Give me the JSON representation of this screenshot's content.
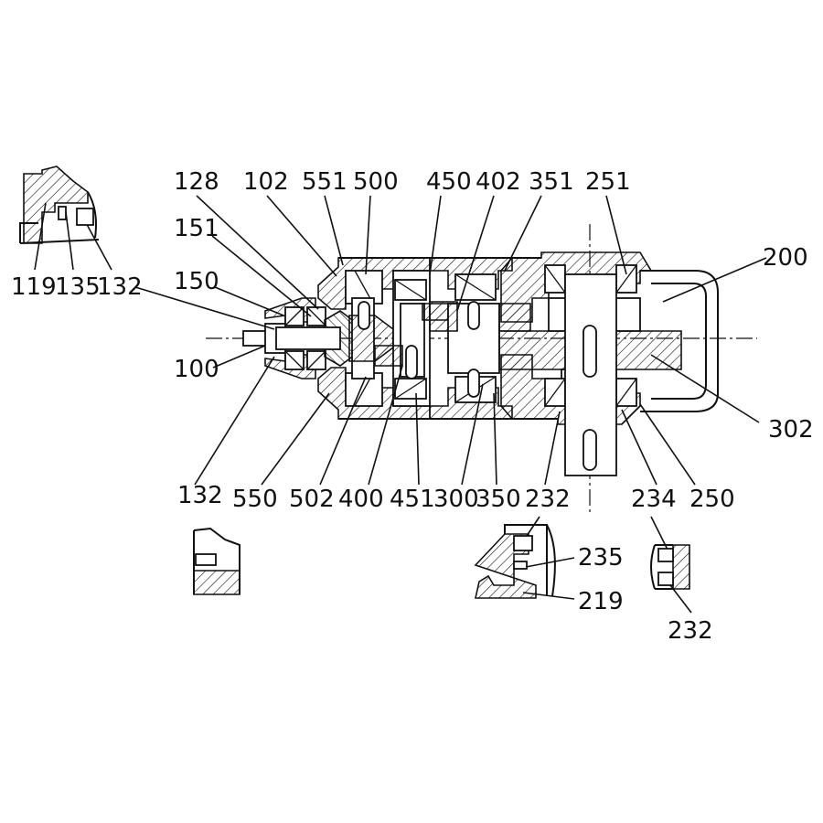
{
  "labels": {
    "l119": "119",
    "l135": "135",
    "l132a": "132",
    "l128": "128",
    "l102": "102",
    "l551": "551",
    "l500": "500",
    "l450": "450",
    "l402": "402",
    "l351": "351",
    "l251": "251",
    "l200": "200",
    "l151": "151",
    "l150": "150",
    "l100": "100",
    "l302": "302",
    "l132b": "132",
    "l550": "550",
    "l502": "502",
    "l400": "400",
    "l451": "451",
    "l300": "300",
    "l350": "350",
    "l232a": "232",
    "l234": "234",
    "l250": "250",
    "l235": "235",
    "l219": "219",
    "l232b": "232"
  }
}
